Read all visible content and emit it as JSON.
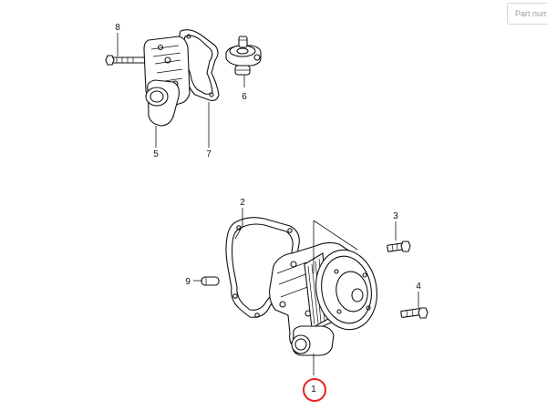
{
  "search": {
    "placeholder": "Part number"
  },
  "callouts": {
    "c1": "1",
    "c2": "2",
    "c3": "3",
    "c4": "4",
    "c5": "5",
    "c6": "6",
    "c7": "7",
    "c8": "8",
    "c9": "9"
  },
  "highlight": {
    "callout": "1",
    "color": "#e8231f"
  }
}
